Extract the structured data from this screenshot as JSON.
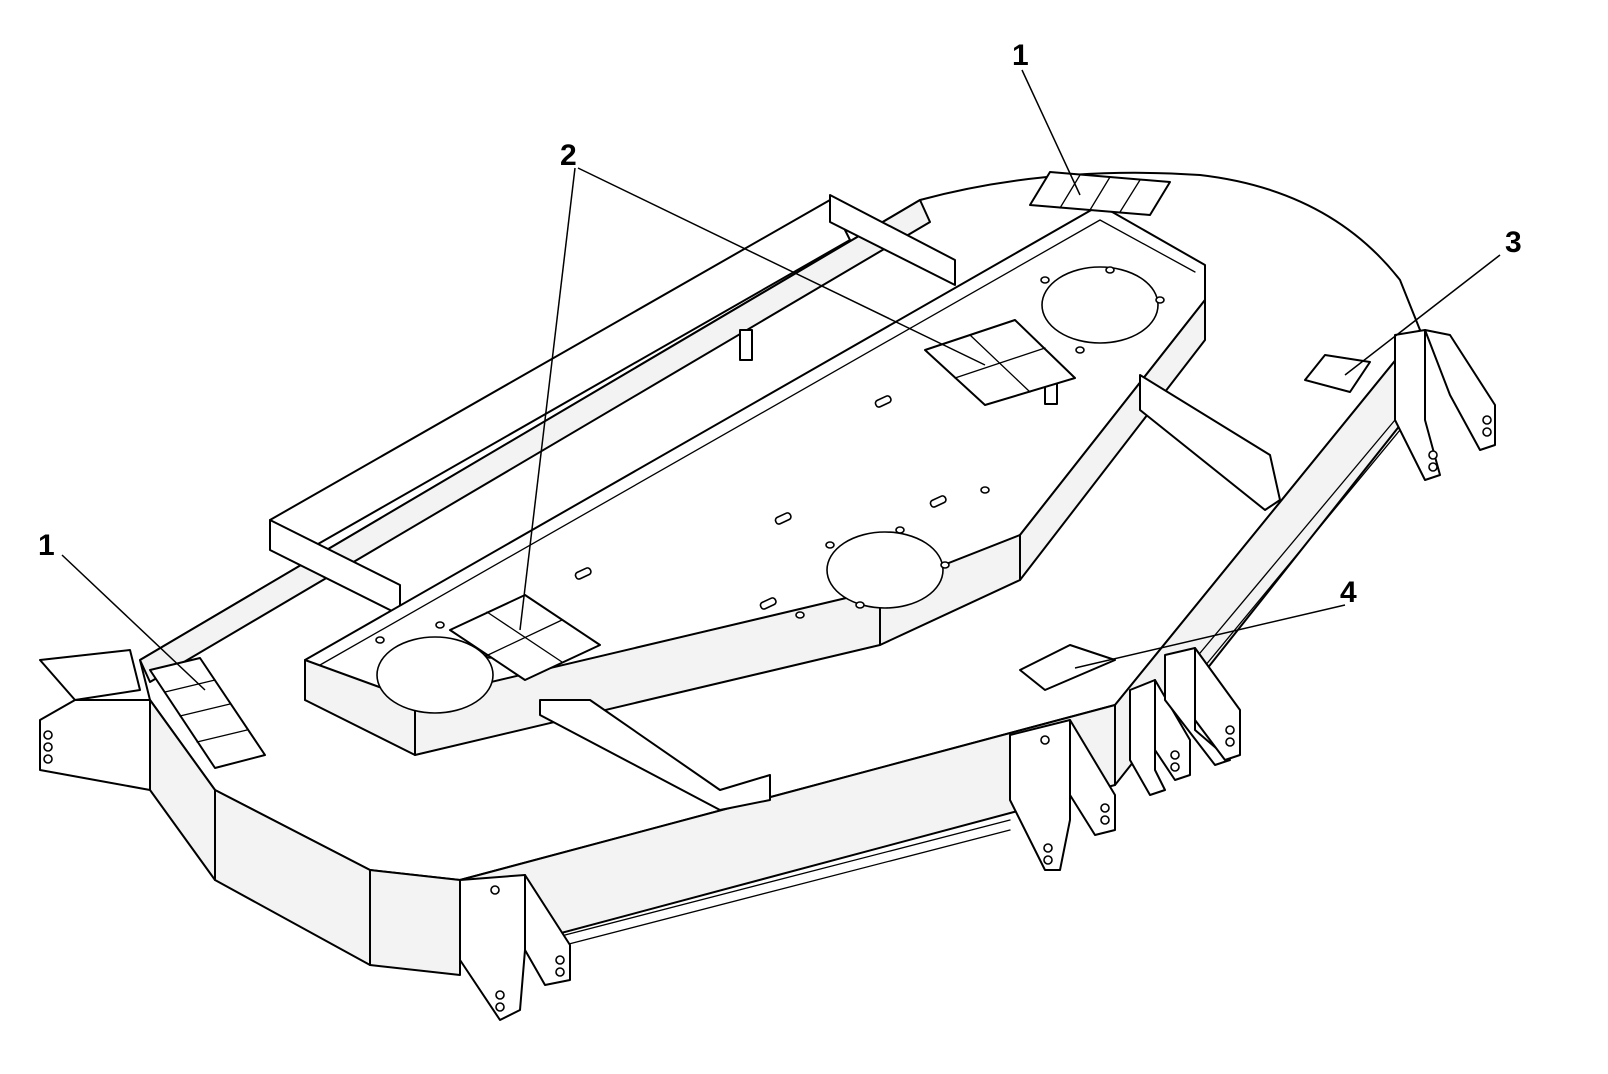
{
  "callouts": [
    {
      "id": "c1a",
      "label": "1"
    },
    {
      "id": "c1b",
      "label": "1"
    },
    {
      "id": "c2",
      "label": "2"
    },
    {
      "id": "c3",
      "label": "3"
    },
    {
      "id": "c4",
      "label": "4"
    }
  ],
  "colors": {
    "line": "#000000",
    "background": "#ffffff"
  }
}
